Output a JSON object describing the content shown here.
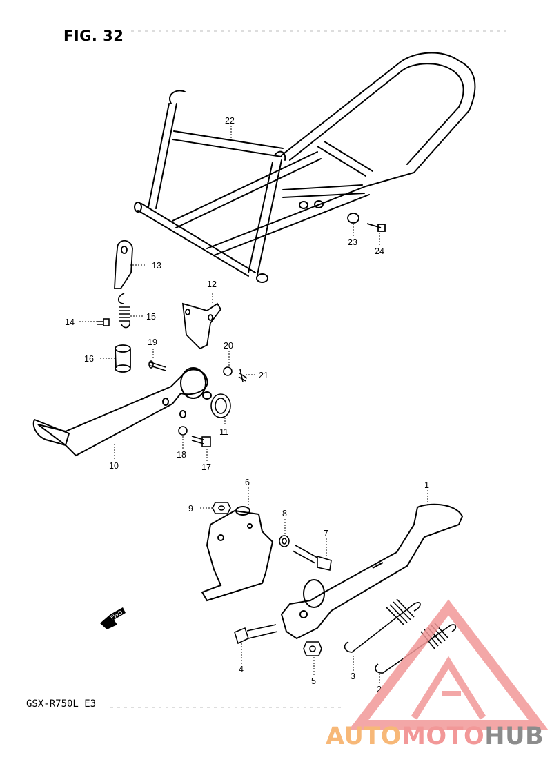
{
  "figure": {
    "title": "FIG. 32"
  },
  "footer": {
    "model": "GSX-R750L  E3"
  },
  "fwd_badge": "FWD",
  "parts": [
    {
      "id": "1",
      "text": "1"
    },
    {
      "id": "2",
      "text": "2"
    },
    {
      "id": "3",
      "text": "3"
    },
    {
      "id": "4",
      "text": "4"
    },
    {
      "id": "5",
      "text": "5"
    },
    {
      "id": "6",
      "text": "6"
    },
    {
      "id": "7",
      "text": "7"
    },
    {
      "id": "8",
      "text": "8"
    },
    {
      "id": "9",
      "text": "9"
    },
    {
      "id": "10",
      "text": "10"
    },
    {
      "id": "11",
      "text": "11"
    },
    {
      "id": "12",
      "text": "12"
    },
    {
      "id": "13",
      "text": "13"
    },
    {
      "id": "14",
      "text": "14"
    },
    {
      "id": "15",
      "text": "15"
    },
    {
      "id": "16",
      "text": "16"
    },
    {
      "id": "17",
      "text": "17"
    },
    {
      "id": "18",
      "text": "18"
    },
    {
      "id": "19",
      "text": "19"
    },
    {
      "id": "20",
      "text": "20"
    },
    {
      "id": "21",
      "text": "21"
    },
    {
      "id": "22",
      "text": "22"
    },
    {
      "id": "23",
      "text": "23"
    },
    {
      "id": "24",
      "text": "24"
    }
  ],
  "watermark": {
    "part1": "AUTO",
    "part2": "MOTO",
    "part3": "HUB",
    "color_orange": "#f7b878",
    "color_red": "#f29898",
    "color_gray": "#8c8c8c"
  }
}
